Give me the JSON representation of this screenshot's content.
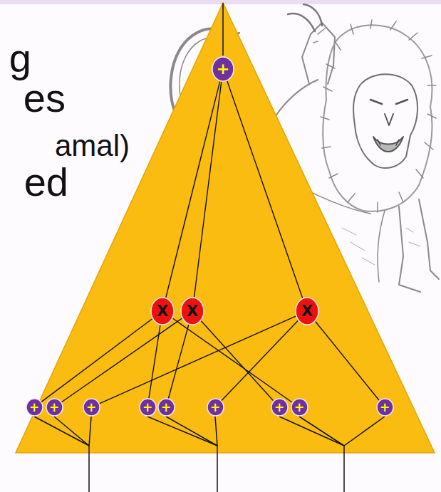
{
  "diagram": {
    "nodes": [
      {
        "text": [
          "+"
        ]
      },
      {
        "text": [
          "X"
        ]
      },
      {
        "text": [
          "X"
        ]
      },
      {
        "text": [
          "X"
        ]
      },
      {
        "text": [
          "+"
        ]
      },
      {
        "text": [
          "+"
        ]
      },
      {
        "text": [
          "+"
        ]
      },
      {
        "text": [
          "+"
        ]
      },
      {
        "text": [
          "+"
        ]
      },
      {
        "text": [
          "+"
        ]
      },
      {
        "text": [
          "+"
        ]
      },
      {
        "text": [
          "+"
        ]
      },
      {
        "text": [
          "+"
        ]
      }
    ],
    "edges": [
      {
        "from": 0,
        "to": 1,
        "arrow": "none"
      },
      {
        "from": 0,
        "to": 2,
        "arrow": "none"
      },
      {
        "from": 0,
        "to": 3,
        "arrow": "none"
      },
      {
        "from": 1,
        "to": 4,
        "arrow": "none"
      },
      {
        "from": 1,
        "to": 7,
        "arrow": "none"
      },
      {
        "from": 1,
        "to": 11,
        "arrow": "none"
      },
      {
        "from": 2,
        "to": 5,
        "arrow": "none"
      },
      {
        "from": 2,
        "to": 8,
        "arrow": "none"
      },
      {
        "from": 2,
        "to": 10,
        "arrow": "none"
      },
      {
        "from": 3,
        "to": 6,
        "arrow": "none"
      },
      {
        "from": 3,
        "to": 9,
        "arrow": "none"
      },
      {
        "from": 3,
        "to": 12,
        "arrow": "none"
      }
    ],
    "labels": [
      "g",
      "es",
      "amal)",
      "ed"
    ]
  }
}
